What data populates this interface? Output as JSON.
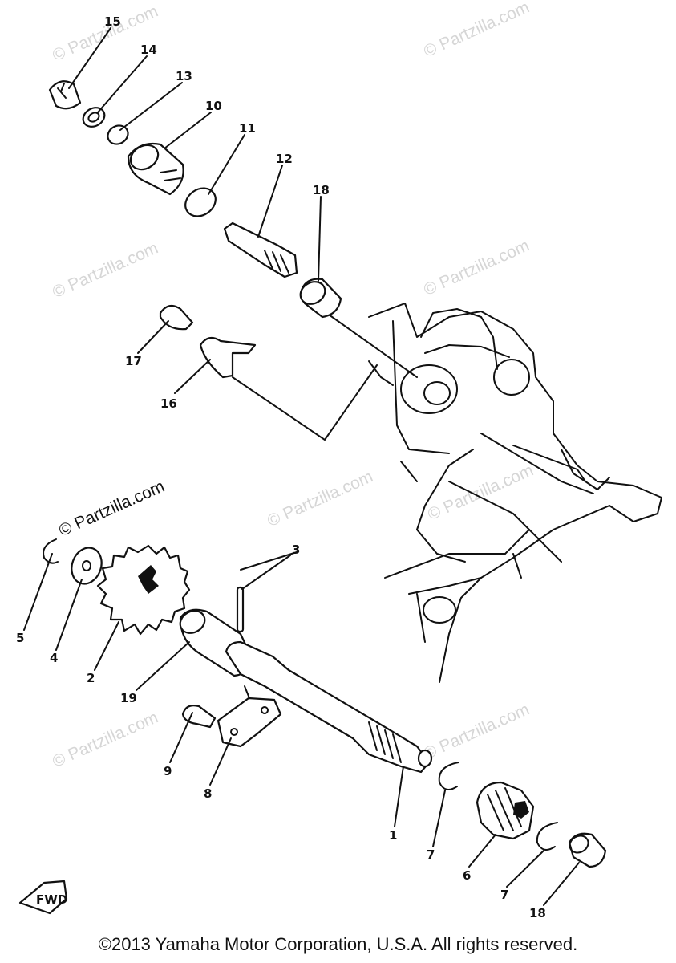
{
  "watermarks": {
    "faint": [
      "© Partzilla.com",
      "© Partzilla.com",
      "© Partzilla.com",
      "© Partzilla.com",
      "© Partzilla.com",
      "© Partzilla.com",
      "© Partzilla.com",
      "© Partzilla.com"
    ],
    "main": "© Partzilla.com"
  },
  "callouts": [
    "15",
    "14",
    "13",
    "10",
    "11",
    "12",
    "18",
    "17",
    "16",
    "3",
    "5",
    "4",
    "2",
    "19",
    "9",
    "8",
    "1",
    "7",
    "6",
    "7",
    "18"
  ],
  "fwd_label": "FWD",
  "copyright": "©2013 Yamaha Motor Corporation, U.S.A. All rights reserved."
}
